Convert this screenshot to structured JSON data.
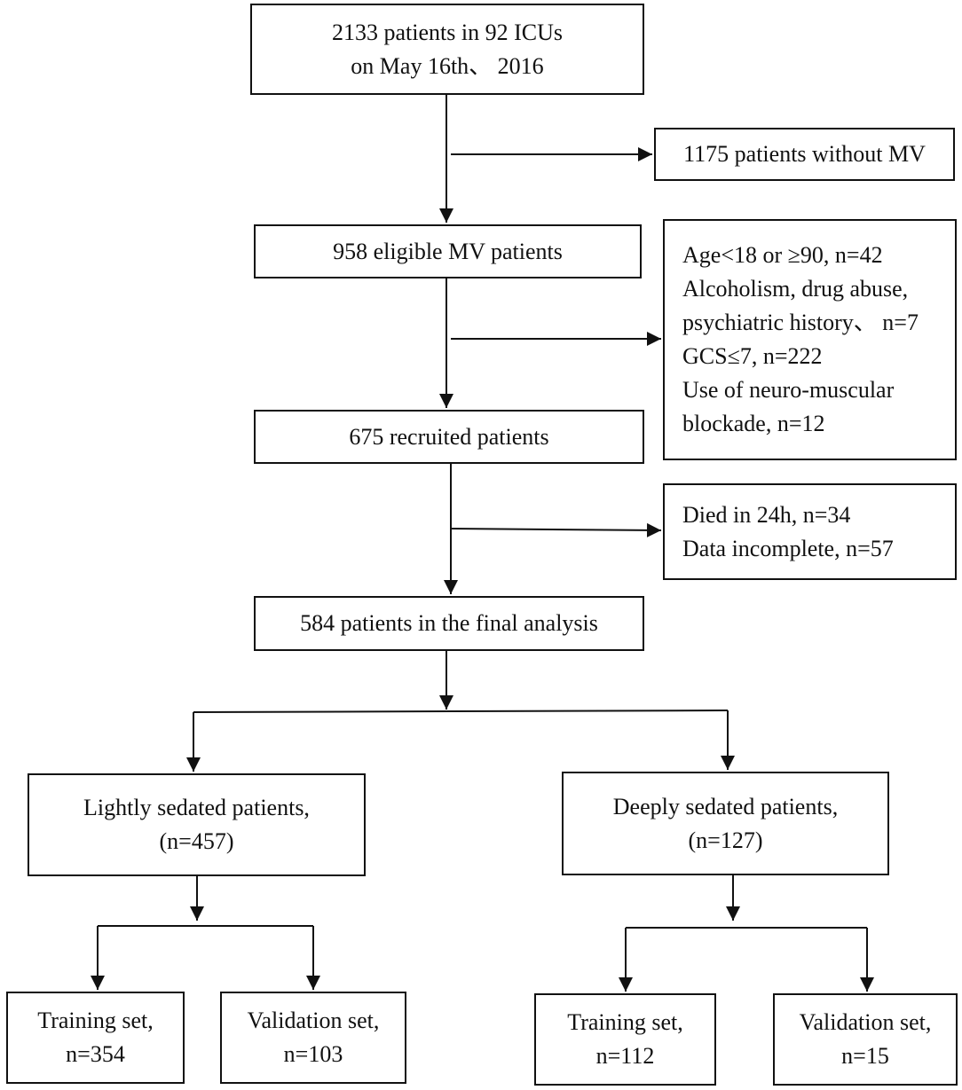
{
  "diagram": {
    "boxes": {
      "start": {
        "lines": [
          "2133 patients in 92 ICUs",
          "on May 16th、 2016"
        ]
      },
      "no_mv": {
        "lines": [
          "1175 patients without MV"
        ]
      },
      "eligible": {
        "lines": [
          "958 eligible MV patients"
        ]
      },
      "exclusion": {
        "lines": [
          "Age<18 or ≥90, n=42",
          "Alcoholism, drug abuse,",
          "psychiatric history、 n=7",
          "GCS≤7, n=222",
          "Use of neuro-muscular",
          "blockade, n=12"
        ]
      },
      "recruited": {
        "lines": [
          "675 recruited patients"
        ]
      },
      "died": {
        "lines": [
          "Died in 24h, n=34",
          "Data incomplete, n=57"
        ]
      },
      "final": {
        "lines": [
          "584 patients in the final analysis"
        ]
      },
      "light": {
        "lines": [
          "Lightly sedated patients,",
          "(n=457)"
        ]
      },
      "deep": {
        "lines": [
          "Deeply sedated patients,",
          "(n=127)"
        ]
      },
      "light_train": {
        "lines": [
          "Training set,",
          "n=354"
        ]
      },
      "light_valid": {
        "lines": [
          "Validation set,",
          "n=103"
        ]
      },
      "deep_train": {
        "lines": [
          "Training set,",
          "n=112"
        ]
      },
      "deep_valid": {
        "lines": [
          "Validation set,",
          "n=15"
        ]
      }
    }
  }
}
